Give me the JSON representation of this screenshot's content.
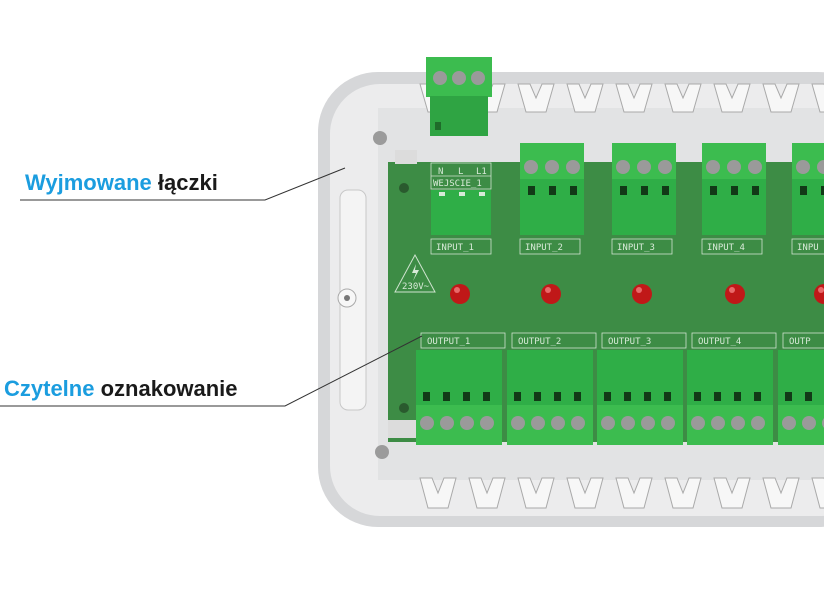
{
  "callouts": [
    {
      "highlight": "Wyjmowane",
      "rest": "łączki"
    },
    {
      "highlight": "Czytelne",
      "rest": "oznakowanie"
    }
  ],
  "pcb": {
    "terminal_pins": [
      "N",
      "L",
      "L1"
    ],
    "input_header": "WEJSCIE_1",
    "inputs": [
      "INPUT_1",
      "INPUT_2",
      "INPUT_3",
      "INPUT_4",
      "INPU"
    ],
    "outputs": [
      "OUTPUT_1",
      "OUTPUT_2",
      "OUTPUT_3",
      "OUTPUT_4",
      "OUTP"
    ],
    "warning": "230V~"
  },
  "colors": {
    "accent": "#1b9ddf",
    "pcb": "#3d8c45",
    "connector": "#33b34a",
    "led": "#c01818"
  }
}
